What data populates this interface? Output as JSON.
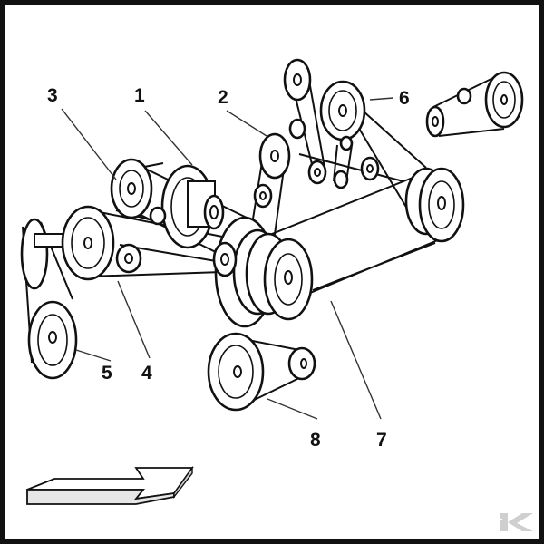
{
  "diagram": {
    "labels": [
      {
        "id": "1",
        "text": "1"
      },
      {
        "id": "2",
        "text": "2"
      },
      {
        "id": "3",
        "text": "3"
      },
      {
        "id": "4",
        "text": "4"
      },
      {
        "id": "5",
        "text": "5"
      },
      {
        "id": "6",
        "text": "6"
      },
      {
        "id": "7",
        "text": "7"
      },
      {
        "id": "8",
        "text": "8"
      }
    ],
    "logo": {
      "icon": "k-brand-logo-icon",
      "color": "#cfcfcf"
    },
    "arrow": {
      "icon": "direction-arrow-icon",
      "fill": "#ffffff",
      "stroke": "#111111"
    }
  }
}
